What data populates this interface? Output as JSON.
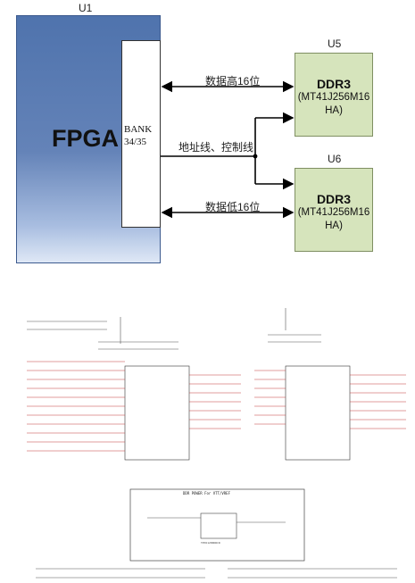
{
  "block_diagram": {
    "u1_ref": "U1",
    "fpga_label": "FPGA",
    "bank_label_line1": "BANK",
    "bank_label_line2": "34/35",
    "u5_ref": "U5",
    "u6_ref": "U6",
    "ddr_upper": {
      "title": "DDR3",
      "part_line1": "(MT41J256M16",
      "part_line2": "HA)"
    },
    "ddr_lower": {
      "title": "DDR3",
      "part_line1": "(MT41J256M16",
      "part_line2": "HA)"
    },
    "label_data_high": "数据高16位",
    "label_addr_ctrl": "地址线、控制线",
    "label_data_low": "数据低16位"
  },
  "schematic": {
    "title": "DDR POWER For VTT/VREF",
    "part": "TPS51200DRCR"
  }
}
